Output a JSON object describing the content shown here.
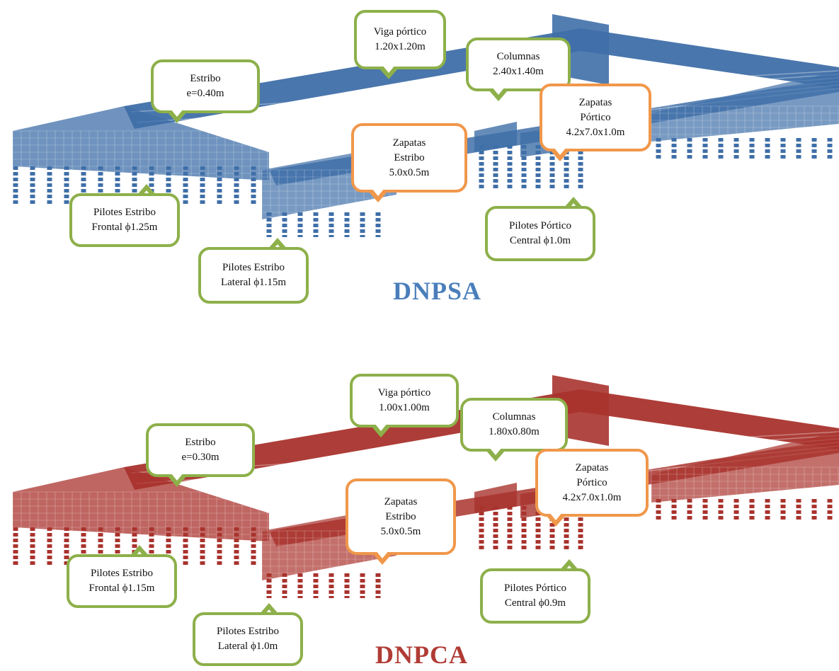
{
  "panels": [
    {
      "id": "top",
      "color": "#3f6fa8",
      "caption": "DNPSA",
      "caption_color": "#4a7ebb",
      "labels": {
        "viga": [
          "Viga pórtico",
          "1.20x1.20m"
        ],
        "columnas": [
          "Columnas",
          "2.40x1.40m"
        ],
        "estribo": [
          "Estribo",
          "e=0.40m"
        ],
        "zapatas_portico": [
          "Zapatas",
          "Pórtico",
          "4.2x7.0x1.0m"
        ],
        "zapatas_estribo": [
          "Zapatas",
          "Estribo",
          "5.0x0.5m"
        ],
        "pilotes_frontal": [
          "Pilotes Estribo",
          "Frontal ϕ1.25m"
        ],
        "pilotes_lateral": [
          "Pilotes Estribo",
          "Lateral   ϕ1.15m"
        ],
        "pilotes_central": [
          "Pilotes Pórtico",
          "Central ϕ1.0m"
        ]
      }
    },
    {
      "id": "bottom",
      "color": "#a9332d",
      "caption": "DNPCA",
      "caption_color": "#b03b35",
      "labels": {
        "viga": [
          "Viga pórtico",
          "1.00x1.00m"
        ],
        "columnas": [
          "Columnas",
          "1.80x0.80m"
        ],
        "estribo": [
          "Estribo",
          "e=0.30m"
        ],
        "zapatas_portico": [
          "Zapatas",
          "Pórtico",
          "4.2x7.0x1.0m"
        ],
        "zapatas_estribo": [
          "Zapatas",
          "Estribo",
          "5.0x0.5m"
        ],
        "pilotes_frontal": [
          "Pilotes Estribo",
          "Frontal ϕ1.15m"
        ],
        "pilotes_lateral": [
          "Pilotes Estribo",
          "Lateral   ϕ1.0m"
        ],
        "pilotes_central": [
          "Pilotes Pórtico",
          "Central ϕ0.9m"
        ]
      }
    }
  ],
  "callout_colors": {
    "element": "#8db04a",
    "footing": "#f0974b"
  }
}
